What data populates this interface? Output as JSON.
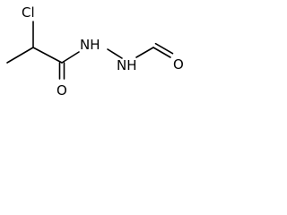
{
  "molecule": {
    "atoms": {
      "cl": "Cl",
      "nh_amide": "NH",
      "nh_formyl": "NH",
      "o_amide": "O",
      "o_formyl": "O"
    }
  }
}
